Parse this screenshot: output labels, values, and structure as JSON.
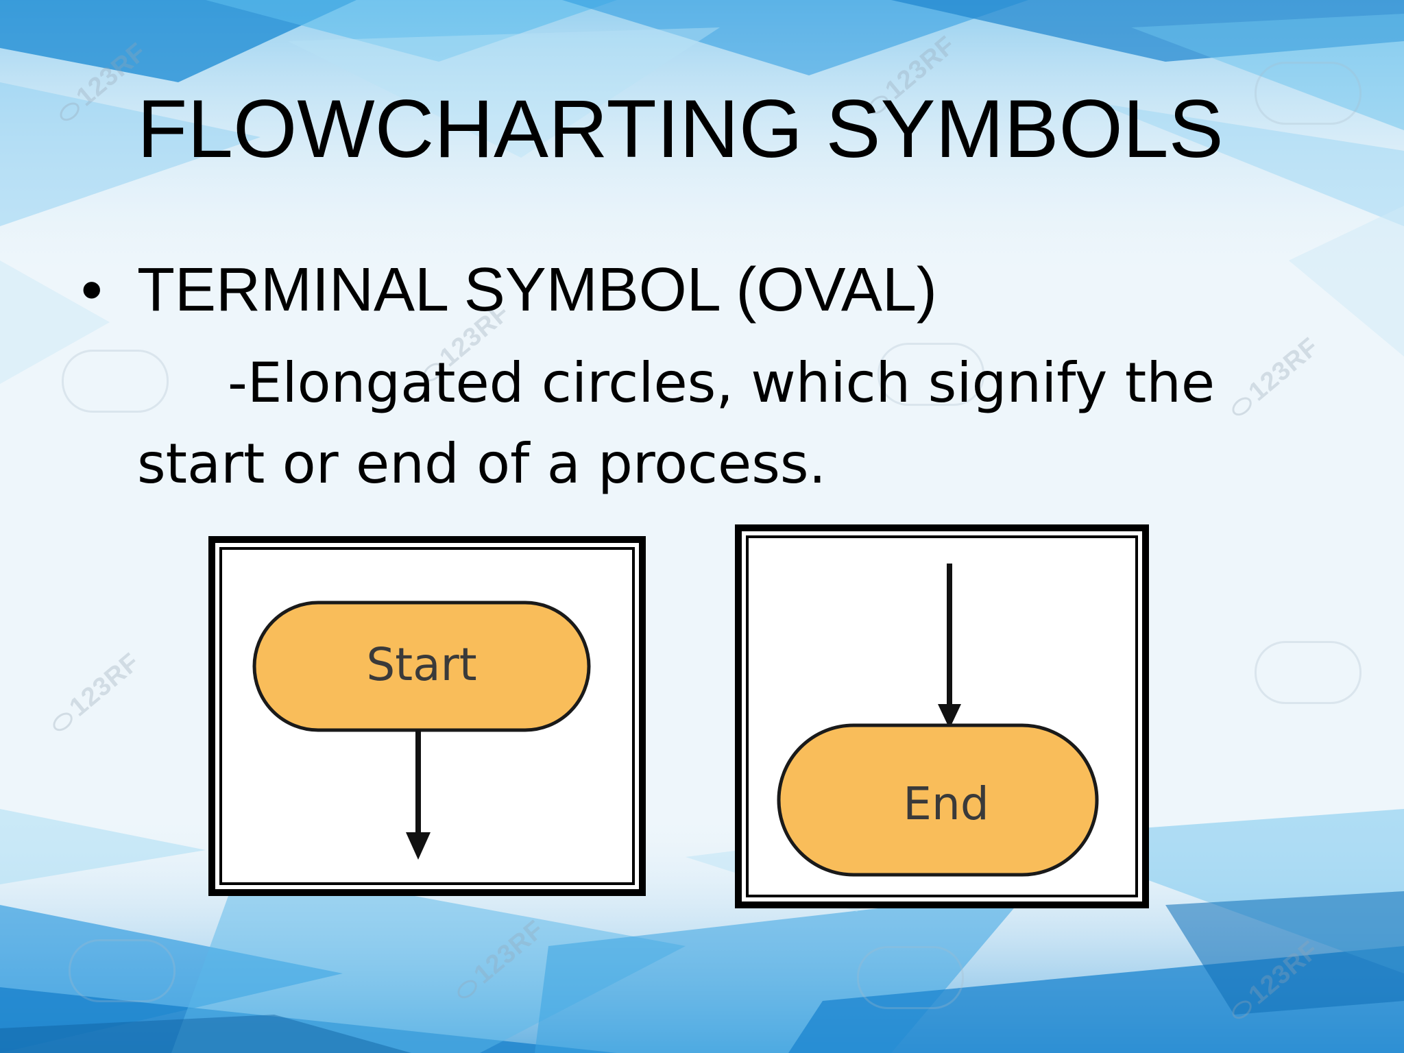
{
  "slide": {
    "title": "FLOWCHARTING SYMBOLS",
    "bullet": {
      "marker": "•",
      "heading": "TERMINAL SYMBOL (OVAL)",
      "description": "-Elongated circles, which signify the start or end of a process."
    }
  },
  "diagrams": {
    "start": {
      "label": "Start"
    },
    "end": {
      "label": "End"
    }
  },
  "watermark": {
    "text": "123RF"
  },
  "colors": {
    "oval_fill": "#f9bd5a",
    "oval_stroke": "#1a1a1a",
    "text": "#000000",
    "background_blue": "#1e8fd6",
    "background_light": "#eef6fb"
  }
}
